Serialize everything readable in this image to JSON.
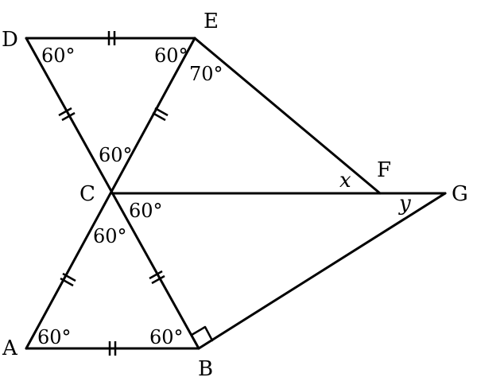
{
  "points": {
    "D": "D",
    "E": "E",
    "C": "C",
    "F": "F",
    "G": "G",
    "A": "A",
    "B": "B"
  },
  "angles": {
    "d_angle": "60°",
    "e_left": "60°",
    "e_right": "70°",
    "c_top": "60°",
    "c_right": "60°",
    "c_bottom": "60°",
    "a_angle": "60°",
    "b_angle": "60°"
  },
  "variables": {
    "x": "x",
    "y": "y"
  }
}
